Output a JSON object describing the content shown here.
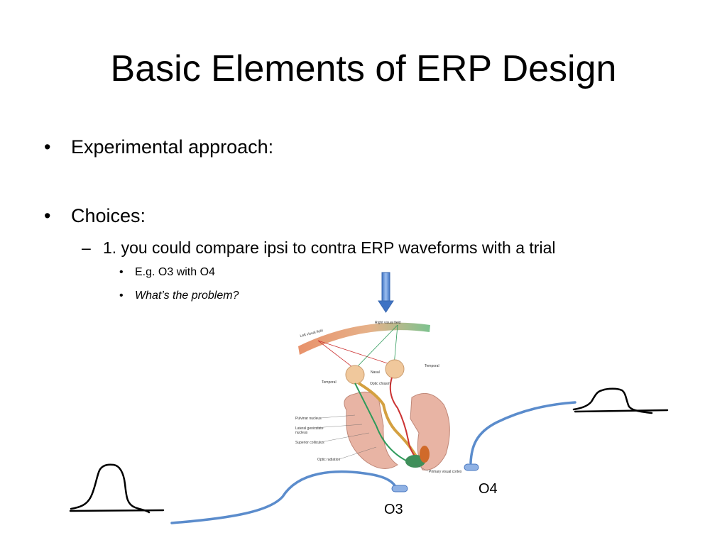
{
  "slide": {
    "title": "Basic Elements of ERP Design",
    "bullets": [
      {
        "mark": "•",
        "text": "Experimental approach:"
      },
      {
        "mark": "•",
        "text": "Choices:"
      }
    ],
    "sub_bullet": {
      "mark": "–",
      "text": "1. you could compare ipsi to contra ERP waveforms with a trial"
    },
    "sub_sub_bullets": [
      {
        "mark": "•",
        "text": "E.g. O3 with O4"
      },
      {
        "mark": "•",
        "text": "What’s the problem?"
      }
    ]
  },
  "electrodes": {
    "o3": "O3",
    "o4": "O4"
  },
  "diagram": {
    "left_visual_field": "Left visual field",
    "right_visual_field": "Right visual field",
    "temporal_right": "Temporal",
    "nasal": "Nasal",
    "temporal_left": "Temporal",
    "optic_chiasm": "Optic chiasm",
    "pulvinar_nucleus": "Pulvinar nucleus",
    "lateral_geniculate_1": "Lateral geniculate",
    "lateral_geniculate_2": "nucleus",
    "superior_colliculus": "Superior colliculus",
    "optic_radiation": "Optic radiation",
    "primary_visual_cortex": "Primary visual cortex"
  },
  "colors": {
    "arrow_blue": "#5b8fd6",
    "cable_blue": "#5b8ccc",
    "electrode_fill": "#8fb1e4",
    "left_field": "#e8926b",
    "right_field": "#7cc28e",
    "brain": "#e8b4a4"
  }
}
